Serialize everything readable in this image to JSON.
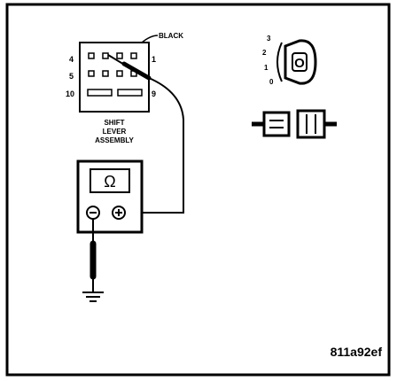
{
  "diagram": {
    "connector": {
      "wire_label": "BLACK",
      "pins": {
        "p4": "4",
        "p1": "1",
        "p5": "5",
        "p10": "10",
        "p9": "9"
      },
      "caption": [
        "SHIFT",
        "LEVER",
        "ASSEMBLY"
      ]
    },
    "ohmmeter": {
      "symbol": "Ω",
      "neg_terminal": "−",
      "pos_terminal": "+"
    },
    "ignition": {
      "key_symbol": "O",
      "positions": [
        "3",
        "2",
        "1",
        "0"
      ]
    },
    "figure_code": "811a92ef"
  }
}
